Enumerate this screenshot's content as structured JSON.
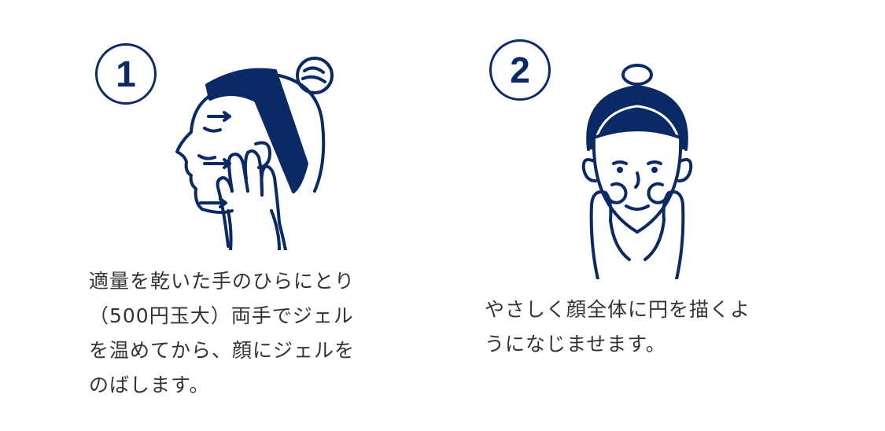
{
  "steps": [
    {
      "number": "1",
      "lines": [
        "適量を乾いた手のひらにとり",
        "（500円玉大）両手でジェル",
        "を温めてから、顔にジェルを",
        "のばします。"
      ]
    },
    {
      "number": "2",
      "lines": [
        "やさしく顔全体に円を描くよ",
        "うになじませます。"
      ]
    }
  ],
  "colors": {
    "accent": "#0a2a66",
    "text": "#333333"
  },
  "icons": {
    "step1": "face-profile-applying-gel-icon",
    "step2": "face-front-massaging-cheeks-icon"
  }
}
